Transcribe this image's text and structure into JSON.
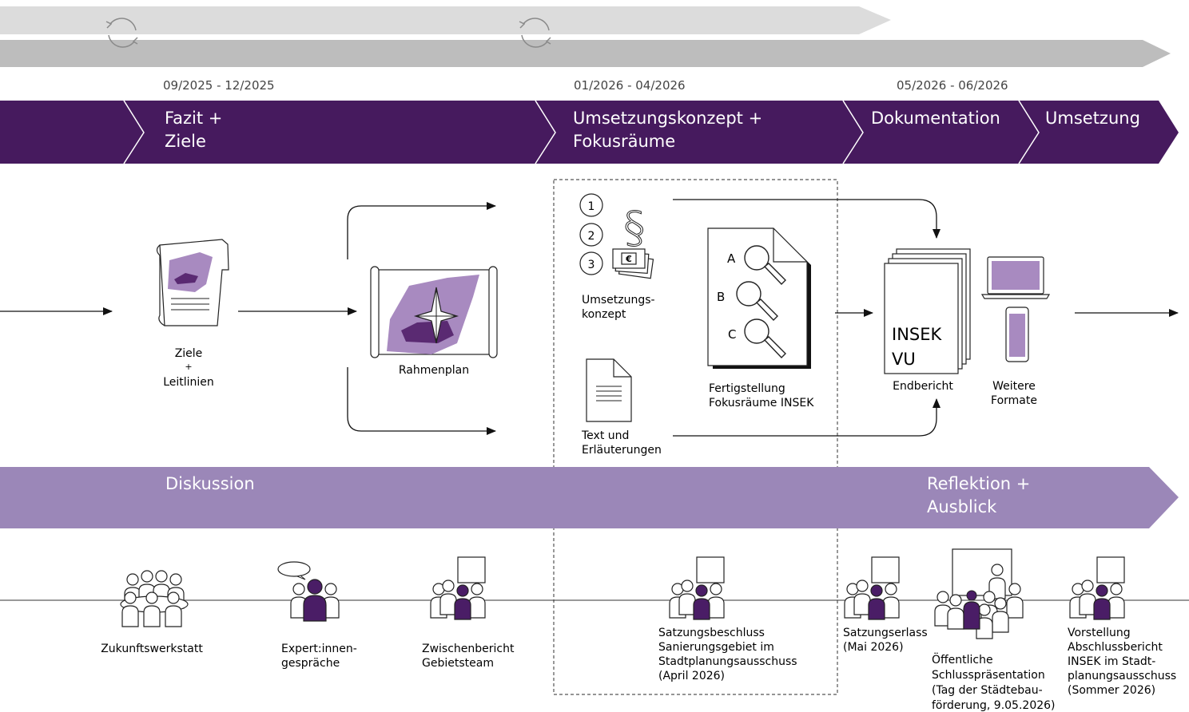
{
  "colors": {
    "phase_bar": "#461a5e",
    "discussion_bar": "#9b87b8",
    "top_arrow_light": "#dcdcdc",
    "top_arrow_dark": "#b9b9b9",
    "map_light": "#a88ac0",
    "map_dark": "#5a2a72",
    "person_fill": "#4a1d66"
  },
  "dates": {
    "d1": "09/2025 - 12/2025",
    "d2": "01/2026 - 04/2026",
    "d3": "05/2026 - 06/2026"
  },
  "phases": {
    "p1_line1": "Fazit +",
    "p1_line2": "Ziele",
    "p2_line1": "Umsetzungskonzept +",
    "p2_line2": "Fokusräume",
    "p3": "Dokumentation",
    "p4": "Umsetzung"
  },
  "steps": {
    "ziele_1": "Ziele",
    "ziele_2": "+",
    "ziele_3": "Leitlinien",
    "rahmenplan": "Rahmenplan",
    "umsetzungs_1": "Umsetzungs-",
    "umsetzungs_2": "konzept",
    "num1": "1",
    "num2": "2",
    "num3": "3",
    "paragraph": "§",
    "euro": "€",
    "text_1": "Text und",
    "text_2": "Erläuterungen",
    "focus_a": "A",
    "focus_b": "B",
    "focus_c": "C",
    "fertig_1": "Fertigstellung",
    "fertig_2": "Fokusräume INSEK",
    "doc_1": "INSEK",
    "doc_2": "VU",
    "endbericht": "Endbericht",
    "weitere_1": "Weitere",
    "weitere_2": "Formate"
  },
  "discussion": {
    "left": "Diskussion",
    "right_1": "Reflektion +",
    "right_2": "Ausblick"
  },
  "events": {
    "zukunft": "Zukunftswerkstatt",
    "expert_1": "Expert:innen-",
    "expert_2": "gespräche",
    "zwischen_1": "Zwischenbericht",
    "zwischen_2": "Gebietsteam",
    "satzung_1": "Satzungsbeschluss",
    "satzung_2": "Sanierungsgebiet im",
    "satzung_3": "Stadtplanungsausschuss",
    "satzung_4": "(April 2026)",
    "erlass_1": "Satzungserlass",
    "erlass_2": "(Mai 2026)",
    "oeff_1": "Öffentliche",
    "oeff_2": "Schlusspräsentation",
    "oeff_3": "(Tag der Städtebau-",
    "oeff_4": "förderung, 9.05.2026)",
    "vor_1": "Vorstellung",
    "vor_2": "Abschlussbericht",
    "vor_3": "INSEK im Stadt-",
    "vor_4": "planungsausschuss",
    "vor_5": "(Sommer 2026)"
  }
}
